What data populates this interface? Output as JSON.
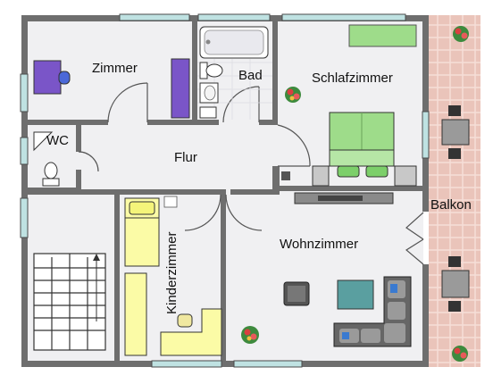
{
  "rooms": {
    "zimmer": "Zimmer",
    "bad": "Bad",
    "schlafzimmer": "Schlafzimmer",
    "wc": "WC",
    "flur": "Flur",
    "balkon": "Balkon",
    "kinderzimmer": "Kinderzimmer",
    "wohnzimmer": "Wohnzimmer"
  },
  "colors": {
    "wall": "#6e6e6e",
    "floor": "#f0f0f2",
    "window": "#bfe2e2",
    "bed_green": "#9edc8a",
    "kids_yellow": "#fbfba6",
    "balcony_tile": "#e8c2b8",
    "purple": "#7a55c8",
    "teal": "#5a9fa0"
  }
}
